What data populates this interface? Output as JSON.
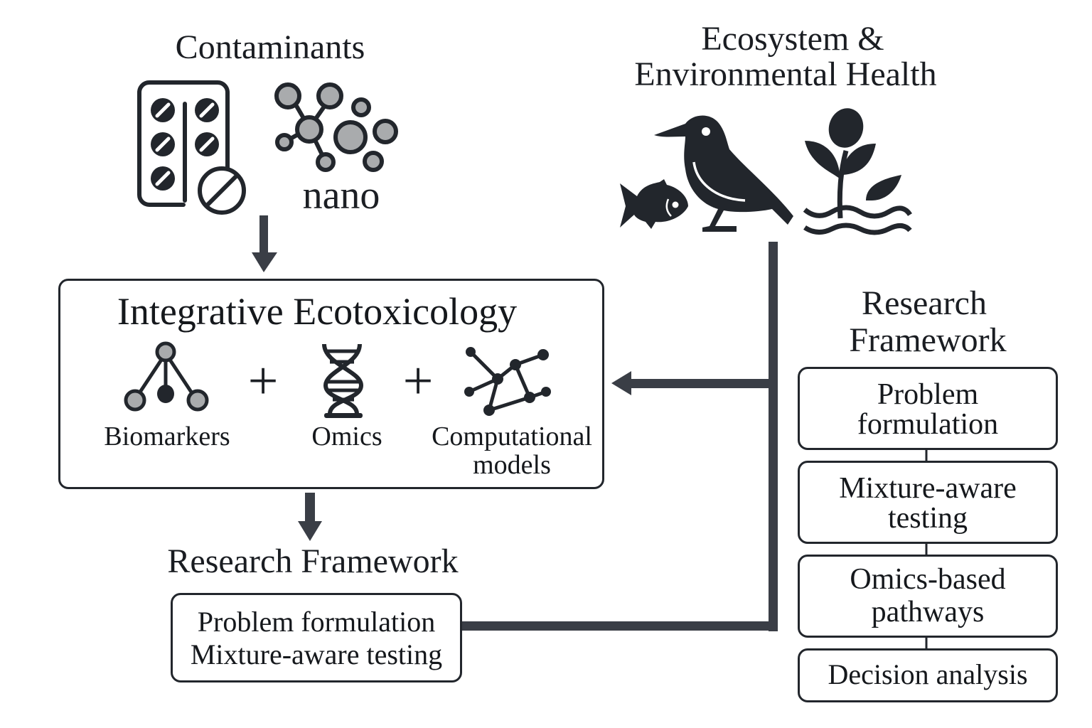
{
  "contaminants": {
    "title": "Contaminants",
    "icons": [
      "pill-blister-pack-icon",
      "nanoparticle-cluster-icon"
    ],
    "nano_label": "nano"
  },
  "ecosystem": {
    "title_line1": "Ecosystem &",
    "title_line2": "Environmental Health",
    "icons": [
      "fish-icon",
      "bird-icon",
      "plant-water-icon"
    ]
  },
  "integrative": {
    "title": "Integrative Ecotoxicology",
    "components": [
      {
        "label": "Biomarkers",
        "icon": "biomarker-tree-icon"
      },
      {
        "label": "Omics",
        "icon": "dna-helix-icon"
      },
      {
        "label_line1": "Computational",
        "label_line2": "models",
        "icon": "network-graph-icon"
      }
    ],
    "operator": "+"
  },
  "research_framework_left": {
    "title": "Research Framework",
    "box_line1": "Problem formulation",
    "box_line2": "Mixture-aware testing"
  },
  "research_framework_right": {
    "title_line1": "Research",
    "title_line2": "Framework",
    "steps": [
      {
        "line1": "Problem",
        "line2": "formulation"
      },
      {
        "line1": "Mixture-aware",
        "line2": "testing"
      },
      {
        "line1": "Omics-based",
        "line2": "pathways"
      },
      {
        "line1": "Decision analysis"
      }
    ]
  },
  "colors": {
    "ink": "#22262c",
    "arrow": "#3a3e46",
    "node_fill": "#a9abad"
  }
}
